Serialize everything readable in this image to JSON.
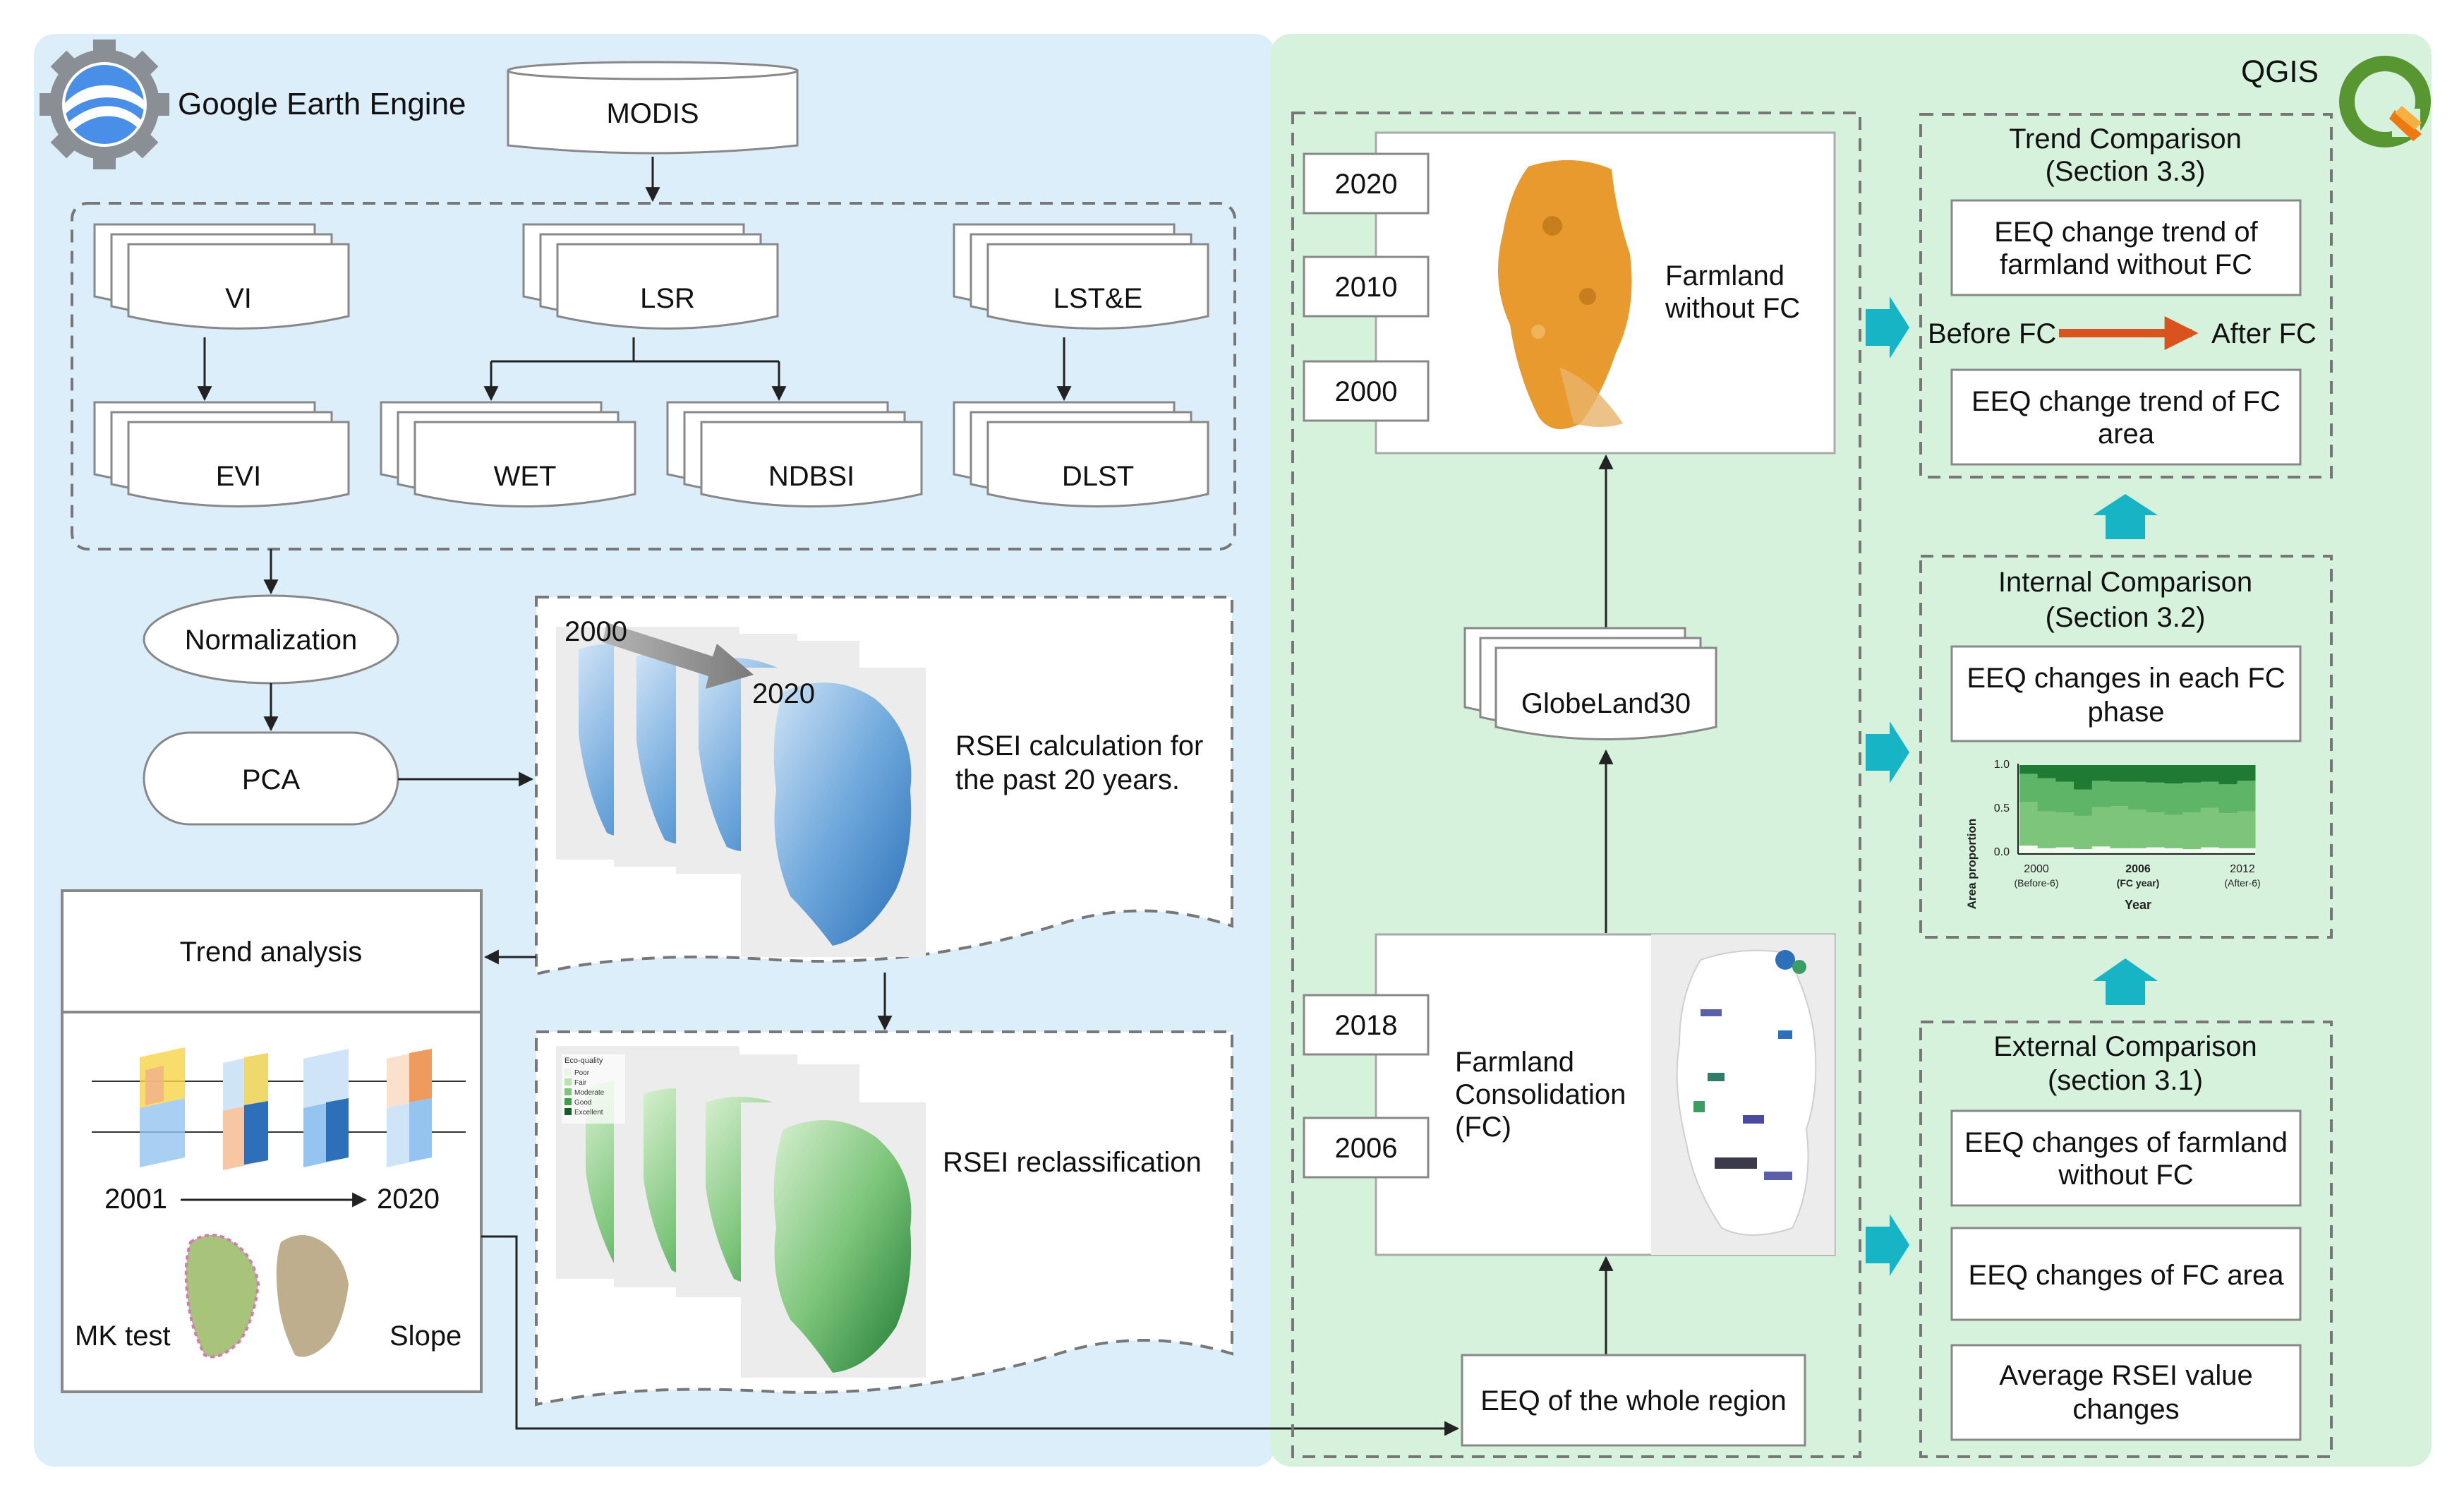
{
  "gee": {
    "title": "Google Earth Engine",
    "modis": "MODIS",
    "products": [
      "VI",
      "LSR",
      "LST&E"
    ],
    "indices": [
      "EVI",
      "WET",
      "NDBSI",
      "DLST"
    ],
    "normalization": "Normalization",
    "pca": "PCA",
    "rsei_calc": {
      "year_start": "2000",
      "year_end": "2020",
      "text_lines": [
        "RSEI calculation for",
        "the past 20 years."
      ]
    },
    "reclass": {
      "label": "RSEI reclassification",
      "legend_title": "Eco-quality",
      "legend_items": [
        "Poor",
        "Fair",
        "Moderate",
        "Good",
        "Excellent"
      ]
    },
    "trend": {
      "title": "Trend analysis",
      "year_start": "2001",
      "year_end": "2020",
      "mk_label": "MK test",
      "slope_label": "Slope"
    }
  },
  "qgis": {
    "title": "QGIS",
    "years_top": [
      "2020",
      "2010",
      "2000"
    ],
    "farmland_without_fc": [
      "Farmland",
      "without FC"
    ],
    "globeland": "GlobeLand30",
    "years_fc": [
      "2018",
      "2006"
    ],
    "fc_label": [
      "Farmland",
      "Consolidation",
      "(FC)"
    ],
    "whole_region": "EEQ of the whole region",
    "trend_comparison": {
      "title": [
        "Trend Comparison",
        "(Section 3.3)"
      ],
      "item1": [
        "EEQ change trend of",
        "farmland without FC"
      ],
      "before": "Before FC",
      "after": "After FC",
      "item2": [
        "EEQ change trend of FC",
        "area"
      ]
    },
    "internal_comparison": {
      "title": [
        "Internal Comparison",
        "(Section 3.2)"
      ],
      "item1": [
        "EEQ changes in each FC",
        "phase"
      ]
    },
    "external_comparison": {
      "title": [
        "External Comparison",
        "(section 3.1)"
      ],
      "item1": [
        "EEQ changes of farmland",
        "without FC"
      ],
      "item2": [
        "EEQ changes of FC area"
      ],
      "item3": [
        "Average RSEI value",
        "changes"
      ]
    }
  },
  "colors": {
    "gee_bg": "#dbeefa",
    "qgis_bg": "#d7f2dc",
    "arrow_teal": "#16b4c4",
    "arrow_orange": "#d9531e",
    "farmland_orange": "#e89a2e",
    "rsei_blue": "#4a8fd0",
    "rsei_green": "#3e9e4b"
  },
  "chart_data": {
    "type": "bar",
    "stacked": true,
    "ylabel": "Area proportion",
    "xlabel": "Year",
    "y_ticks": [
      "0.0",
      "0.5",
      "1.0"
    ],
    "x_ticks": [
      "2000",
      "2006",
      "2012"
    ],
    "x_subticks": [
      "(Before-6)",
      "(FC year)",
      "(After-6)"
    ],
    "ylim": [
      0,
      1
    ],
    "n_bars": 13,
    "series": [
      {
        "values": [
          0.08,
          0.05,
          0.06,
          0.04,
          0.07,
          0.05,
          0.05,
          0.06,
          0.05,
          0.04,
          0.06,
          0.05,
          0.05
        ]
      },
      {
        "values": [
          0.5,
          0.42,
          0.4,
          0.38,
          0.45,
          0.48,
          0.44,
          0.4,
          0.38,
          0.42,
          0.45,
          0.4,
          0.42
        ]
      },
      {
        "values": [
          0.32,
          0.38,
          0.35,
          0.3,
          0.3,
          0.28,
          0.32,
          0.34,
          0.36,
          0.34,
          0.3,
          0.33,
          0.35
        ]
      },
      {
        "values": [
          0.1,
          0.15,
          0.19,
          0.28,
          0.18,
          0.19,
          0.19,
          0.2,
          0.21,
          0.2,
          0.19,
          0.22,
          0.18
        ]
      }
    ]
  }
}
